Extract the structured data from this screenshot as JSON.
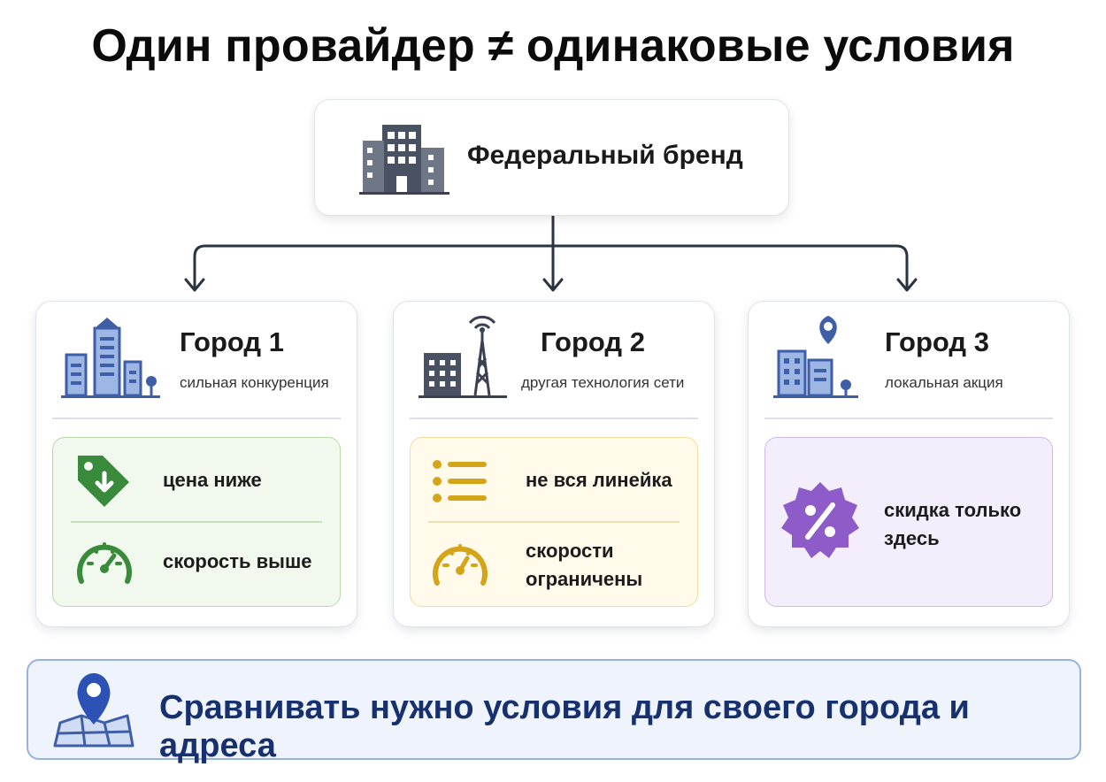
{
  "title": "Один провайдер ≠ одинаковые условия",
  "brand": {
    "label": "Федеральный бренд",
    "icon": "office-building-icon"
  },
  "cities": [
    {
      "name": "Город 1",
      "subtitle": "сильная конкуренция",
      "icon": "city-skyline-icon",
      "features": [
        {
          "label": "цена ниже",
          "icon": "price-tag-down-icon"
        },
        {
          "label": "скорость выше",
          "icon": "speedometer-icon"
        }
      ]
    },
    {
      "name": "Город 2",
      "subtitle": "другая технология сети",
      "icon": "cell-tower-icon",
      "features": [
        {
          "label": "не вся линейка",
          "icon": "list-icon"
        },
        {
          "label": "скорости ограничены",
          "icon": "speedometer-low-icon"
        }
      ]
    },
    {
      "name": "Город 3",
      "subtitle": "локальная акция",
      "icon": "city-location-icon",
      "features": [
        {
          "label": "скидка только здесь",
          "icon": "discount-badge-icon"
        }
      ]
    }
  ],
  "bottom": {
    "text": "Сравнивать нужно условия для своего города и адреса",
    "icon": "map-pin-icon"
  },
  "colors": {
    "green": "#3a8a3c",
    "yellow": "#d4a51a",
    "purple": "#8e5cc9",
    "blue_icon": "#3f5ea8",
    "bottom_text": "#17306e"
  }
}
